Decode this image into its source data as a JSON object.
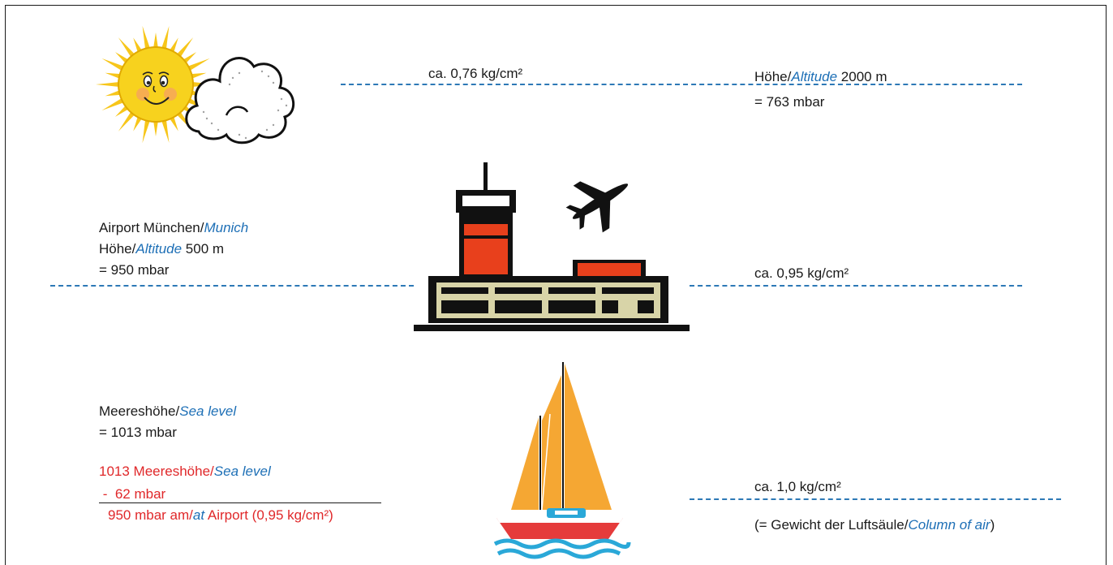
{
  "top_level": {
    "pressure_per_area": "ca. 0,76 kg/cm²",
    "altitude_prefix": "Höhe/",
    "altitude_en": "Altitude",
    "altitude_value": " 2000 m",
    "pressure_mbar": "= 763 mbar"
  },
  "airport_level": {
    "name_prefix": "Airport München/",
    "name_en": "Munich",
    "altitude_prefix": "Höhe/",
    "altitude_en": "Altitude",
    "altitude_value": " 500 m",
    "pressure_mbar": "= 950 mbar",
    "pressure_per_area": "ca. 0,95 kg/cm²"
  },
  "sea_level": {
    "label_prefix": "Meereshöhe/",
    "label_en": "Sea level",
    "pressure_mbar": "= 1013 mbar",
    "pressure_per_area": "ca. 1,0 kg/cm²",
    "column_prefix": "(= Gewicht der Luftsäule/",
    "column_en": "Column of air",
    "column_suffix": ")"
  },
  "calculation": {
    "line1_prefix": "1013 Meereshöhe/",
    "line1_en": "Sea level",
    "line2": " -  62 mbar",
    "line3_prefix": "950 mbar am/",
    "line3_en": "at",
    "line3_suffix": " Airport (0,95 kg/cm²)"
  },
  "colors": {
    "dash_line": "#2d79b6",
    "english_text": "#1d6fb6",
    "calculation_text": "#e0282a",
    "sun": "#f7d21e",
    "tower_red": "#e8401c",
    "terminal_fill": "#d8d4a8",
    "sail": "#f5a733",
    "hull_red": "#e53b3b",
    "water": "#2aa8d8"
  },
  "icons": [
    "smiling-sun-icon",
    "cloud-icon",
    "airport-tower-icon",
    "airplane-icon",
    "sailboat-icon"
  ]
}
